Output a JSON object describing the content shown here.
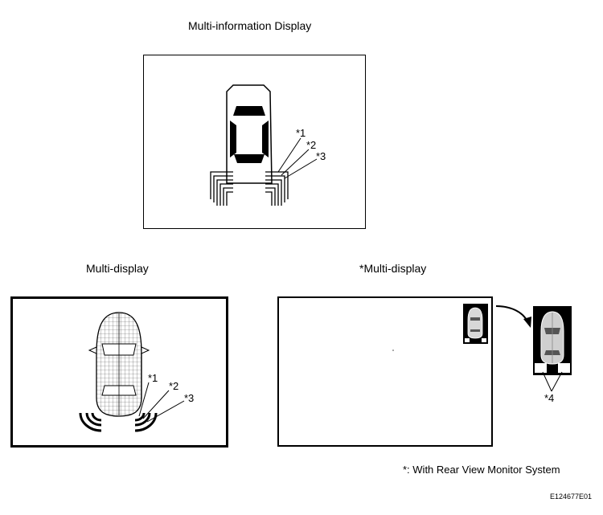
{
  "panels": {
    "mid": {
      "title": "Multi-information Display"
    },
    "multi": {
      "title": "Multi-display"
    },
    "rv": {
      "title": "*Multi-display"
    }
  },
  "callouts": {
    "c1": "*1",
    "c2": "*2",
    "c3": "*3",
    "c4": "*4"
  },
  "footnote": "*: With Rear View Monitor System",
  "figure_id": "E124677E01"
}
